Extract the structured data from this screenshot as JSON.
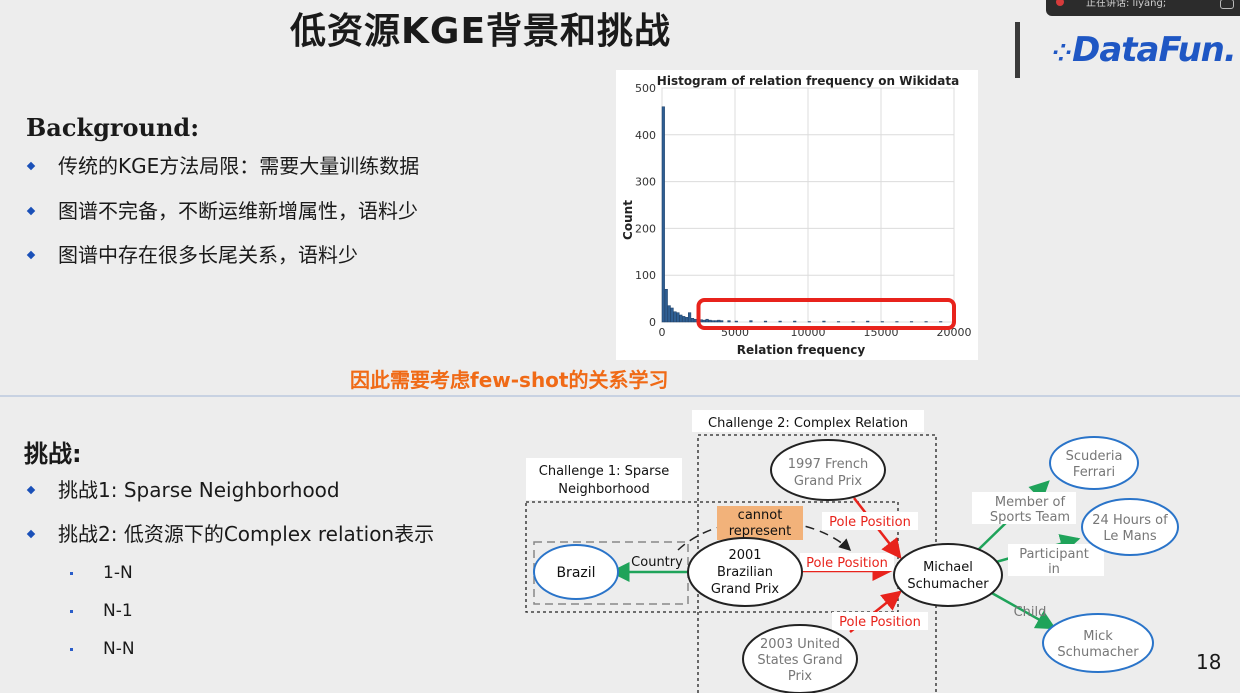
{
  "slide": {
    "title": "低资源KGE背景和挑战",
    "page_number": "18",
    "logo_text": "DataFun.",
    "speaker_label": "正在讲话: liyang;"
  },
  "background": {
    "heading": "Background:",
    "bullets": [
      "传统的KGE方法局限：需要大量训练数据",
      "图谱不完备，不断运维新增属性，语料少",
      "图谱中存在很多长尾关系，语料少"
    ]
  },
  "conclusion": "因此需要考虑few-shot的关系学习",
  "challenges": {
    "heading": "挑战:",
    "bullets": [
      "挑战1: Sparse Neighborhood",
      "挑战2: 低资源下的Complex relation表示"
    ],
    "sub_items": [
      "1-N",
      "N-1",
      "N-N"
    ]
  },
  "chart_data": {
    "type": "bar",
    "title": "Histogram of relation frequency on Wikidata",
    "xlabel": "Relation frequency",
    "ylabel": "Count",
    "xlim": [
      0,
      20000
    ],
    "ylim": [
      0,
      500
    ],
    "xticks": [
      "0",
      "5000",
      "10000",
      "15000",
      "20000"
    ],
    "yticks": [
      "0",
      "100",
      "200",
      "300",
      "400",
      "500"
    ],
    "grid": true,
    "bin_width": 200,
    "bins_x": [
      0,
      200,
      400,
      600,
      800,
      1000,
      1200,
      1400,
      1600,
      1800,
      2000,
      2200,
      2400,
      2600,
      2800,
      3000,
      3200,
      3400,
      3600,
      3800,
      4000,
      4500,
      5000,
      6000,
      7000,
      8000,
      9000,
      10000,
      11000,
      12000,
      13000,
      14000,
      15000,
      16000,
      17000,
      18000,
      19000
    ],
    "values": [
      460,
      70,
      35,
      30,
      22,
      20,
      15,
      12,
      10,
      20,
      8,
      6,
      5,
      5,
      4,
      6,
      4,
      3,
      3,
      4,
      3,
      3,
      2,
      3,
      2,
      2,
      2,
      1,
      2,
      1,
      1,
      2,
      1,
      1,
      1,
      1,
      1
    ],
    "highlight": {
      "x_range": [
        2500,
        20000
      ],
      "color": "#e8231c"
    }
  },
  "diagram": {
    "challenge1_label": "Challenge 1: Sparse Neighborhood",
    "challenge2_label": "Challenge 2: Complex Relation",
    "nodes": {
      "brazil": "Brazil",
      "gp2001": "2001 Brazilian Grand Prix",
      "french1997": "1997 French Grand Prix",
      "us2003": "2003 United States Grand Prix",
      "schumacher": "Michael Schumacher",
      "ferrari": "Scuderia Ferrari",
      "lemans": "24 Hours of Le Mans",
      "mick": "Mick Schumacher"
    },
    "edges": {
      "country": "Country",
      "pole1": "Pole Position",
      "pole2": "Pole Position",
      "pole3": "Pole Position",
      "member": "Member of Sports Team",
      "participant": "Participant in",
      "child": "Child"
    },
    "cannot_represent": "cannot represent",
    "colors": {
      "red": "#e8231c",
      "green": "#1fa35a",
      "blue": "#2a74c9",
      "orange_box": "#f2b27a"
    }
  }
}
